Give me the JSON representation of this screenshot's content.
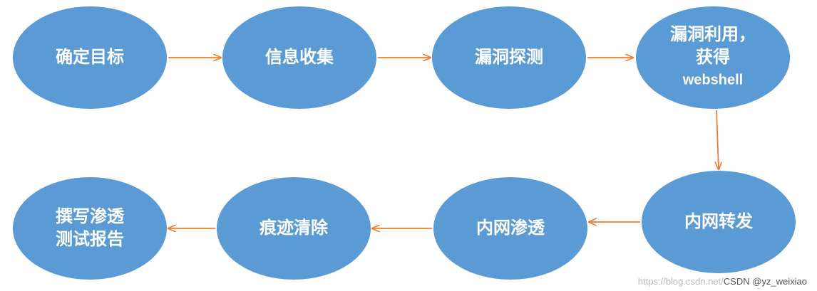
{
  "colors": {
    "node_fill": "#5b9bd5",
    "arrow": "#ed7d31",
    "text": "#ffffff"
  },
  "nodes": [
    {
      "id": "n1",
      "lines": [
        "确定目标"
      ]
    },
    {
      "id": "n2",
      "lines": [
        "信息收集"
      ]
    },
    {
      "id": "n3",
      "lines": [
        "漏洞探测"
      ]
    },
    {
      "id": "n4",
      "lines": [
        "漏洞利用，",
        "获得",
        "webshell"
      ]
    },
    {
      "id": "n5",
      "lines": [
        "内网转发"
      ]
    },
    {
      "id": "n6",
      "lines": [
        "内网渗透"
      ]
    },
    {
      "id": "n7",
      "lines": [
        "痕迹清除"
      ]
    },
    {
      "id": "n8",
      "lines": [
        "撰写渗透",
        "测试报告"
      ]
    }
  ],
  "edges": [
    {
      "from": "n1",
      "to": "n2"
    },
    {
      "from": "n2",
      "to": "n3"
    },
    {
      "from": "n3",
      "to": "n4"
    },
    {
      "from": "n4",
      "to": "n5"
    },
    {
      "from": "n5",
      "to": "n6"
    },
    {
      "from": "n6",
      "to": "n7"
    },
    {
      "from": "n7",
      "to": "n8"
    }
  ],
  "watermark": {
    "url_text": "https://blog.csdn.net/",
    "csdn_text": "CSDN @yz_weixiao"
  }
}
